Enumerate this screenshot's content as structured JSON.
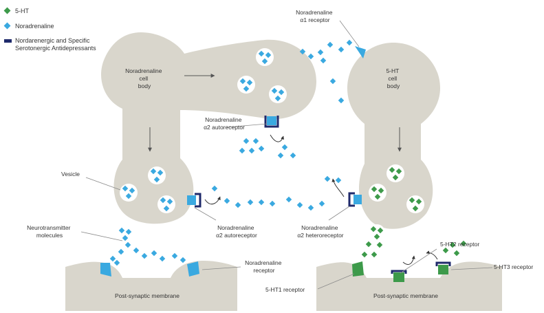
{
  "legend": {
    "serotonin": "5-HT",
    "noradrenaline": "Noradrenaline",
    "nassa_line1": "Nordarenergic and Specific",
    "nassa_line2": "Serotonergic Antidepressants"
  },
  "labels": {
    "na_cell_body": [
      "Noradrenaline",
      "cell",
      "body"
    ],
    "ht_cell_body": [
      "5-HT",
      "cell",
      "body"
    ],
    "na_alpha1": [
      "Noradrenaline",
      "α1 receptor"
    ],
    "na_alpha2_top": [
      "Noradrenaline",
      "α2 autoreceptor"
    ],
    "vesicle": "Vesicle",
    "na_alpha2_mid": [
      "Noradrenaline",
      "α2 autoreceptor"
    ],
    "na_alpha2_hetero": [
      "Noradrenaline",
      "α2 heteroreceptor"
    ],
    "neurotransmitter": [
      "Neurotransmitter",
      "molecules"
    ],
    "na_receptor": [
      "Noradrenaline",
      "receptor"
    ],
    "ht2": "5-HT2 receptor",
    "ht3": "5-HT3 receptor",
    "ht1": "5-HT1 receptor",
    "postsyn_left": "Post-synaptic membrane",
    "postsyn_right": "Post-synaptic membrane"
  },
  "colors": {
    "cell": "#d9d6cc",
    "noradrenaline": "#3aa9e0",
    "serotonin": "#3d9a4a",
    "nassa": "#1f2a6b",
    "text": "#333333",
    "line": "#8a8a8a"
  },
  "icons": {
    "serotonin": "green-diamond-icon",
    "noradrenaline": "blue-diamond-icon",
    "nassa": "navy-blocker-icon"
  }
}
